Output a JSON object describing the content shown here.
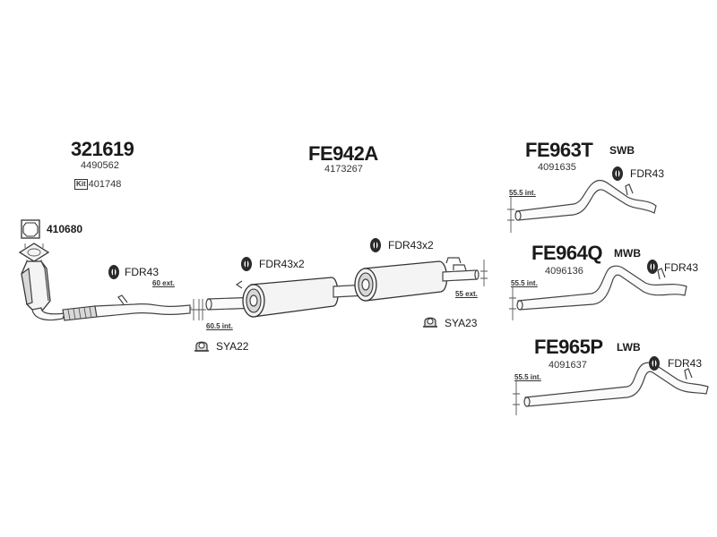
{
  "diagram": {
    "title": "Exhaust system parts diagram",
    "parts": [
      {
        "id": "p1",
        "part_number": "321619",
        "reference": "4490562",
        "kit_label": "Kit",
        "kit_number": "401748"
      },
      {
        "id": "p2",
        "part_number": "FE942A",
        "reference": "4173267"
      },
      {
        "id": "p3",
        "part_number": "FE963T",
        "reference": "4091635",
        "variant": "SWB"
      },
      {
        "id": "p4",
        "part_number": "FE964Q",
        "reference": "4096136",
        "variant": "MWB"
      },
      {
        "id": "p5",
        "part_number": "FE965P",
        "reference": "4091637",
        "variant": "LWB"
      }
    ],
    "accessories": {
      "gasket": "410680",
      "hanger_front": "FDR43",
      "hanger_mid1": "FDR43x2",
      "hanger_mid2": "FDR43x2",
      "clamp_front": "SYA22",
      "clamp_rear": "SYA23",
      "hanger_swb": "FDR43",
      "hanger_mwb": "FDR43",
      "hanger_lwb": "FDR43"
    },
    "dimensions": {
      "front_outlet": "60 ext.",
      "middle_inlet": "60.5 int.",
      "middle_outlet": "55 ext.",
      "swb_inlet": "55.5 int.",
      "mwb_inlet": "55.5 int.",
      "lwb_inlet": "55.5 int."
    }
  }
}
